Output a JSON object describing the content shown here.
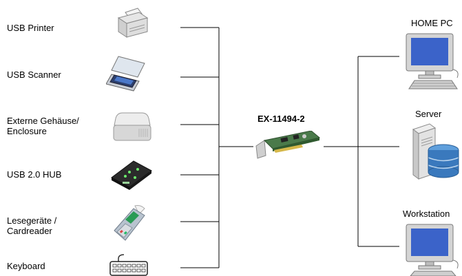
{
  "devices": {
    "printer": {
      "label": "USB Printer"
    },
    "scanner": {
      "label": "USB Scanner"
    },
    "enclosure": {
      "label_line1": "Externe Gehäuse/",
      "label_line2": "Enclosure"
    },
    "hub": {
      "label": "USB 2.0 HUB"
    },
    "cardreader": {
      "label_line1": "Lesegeräte /",
      "label_line2": "Cardreader"
    },
    "keyboard": {
      "label": "Keyboard"
    }
  },
  "center": {
    "product_label": "EX-11494-2"
  },
  "computers": {
    "home_pc": {
      "label": "HOME PC"
    },
    "server": {
      "label": "Server"
    },
    "workstation": {
      "label": "Workstation"
    }
  },
  "colors": {
    "line": "#000000",
    "monitor_frame": "#cfcfcf",
    "screen": "#3b63c9",
    "database": "#3a79bd",
    "card_pcb": "#3f6f3f"
  }
}
